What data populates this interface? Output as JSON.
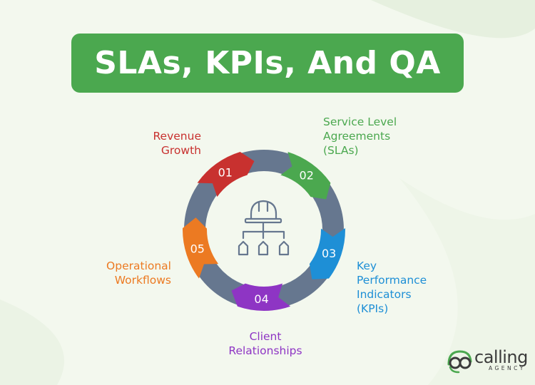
{
  "title": "SLAs, KPIs, And QA",
  "center_icon": "org-hierarchy-helmet-icon",
  "steps": [
    {
      "number": "01",
      "lines": [
        "Revenue",
        "Growth"
      ],
      "color": "#c8312f"
    },
    {
      "number": "02",
      "lines": [
        "Service Level",
        "Agreements",
        "(SLAs)"
      ],
      "color": "#4ba84f"
    },
    {
      "number": "03",
      "lines": [
        "Key",
        "Performance",
        "Indicators",
        "(KPIs)"
      ],
      "color": "#1e8fd6"
    },
    {
      "number": "04",
      "lines": [
        "Client",
        "Relationships"
      ],
      "color": "#8e35c4"
    },
    {
      "number": "05",
      "lines": [
        "Operational",
        "Workflows"
      ],
      "color": "#ec7a22"
    }
  ],
  "ring_color": "#66778f",
  "logo": {
    "word": "calling",
    "sub": "AGENCY",
    "accent": "#4ba84f"
  }
}
